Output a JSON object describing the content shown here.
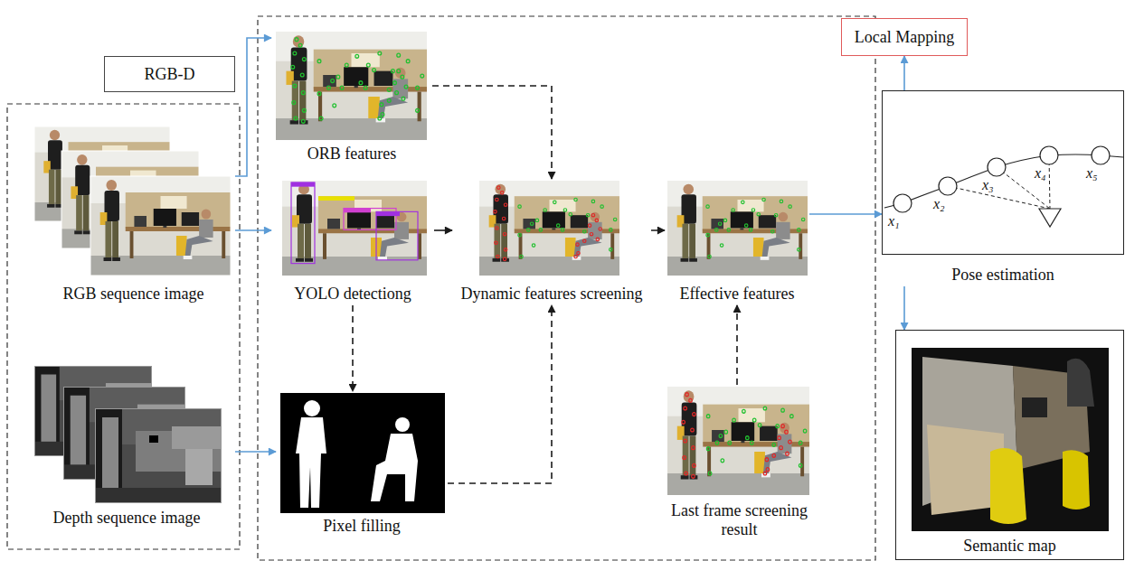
{
  "diagram": {
    "nodes": [
      {
        "text": [
          "RGB-D"
        ]
      },
      {
        "text": [
          "RGB sequence image"
        ]
      },
      {
        "text": [
          "Depth sequence image"
        ]
      },
      {
        "text": [
          "ORB features"
        ]
      },
      {
        "text": [
          "YOLO detectiong"
        ]
      },
      {
        "text": [
          "Pixel filling"
        ]
      },
      {
        "text": [
          "Dynamic features screening"
        ]
      },
      {
        "text": [
          "Effective features"
        ]
      },
      {
        "text": [
          "Last frame screening result"
        ]
      },
      {
        "text": [
          "Local Mapping"
        ]
      },
      {
        "text": [
          "Pose estimation"
        ]
      },
      {
        "text": [
          "Semantic map"
        ]
      }
    ],
    "edges": [
      {
        "from": 1,
        "to": 3,
        "arrow": "to"
      },
      {
        "from": 1,
        "to": 4,
        "arrow": "to"
      },
      {
        "from": 2,
        "to": 5,
        "arrow": "to"
      },
      {
        "from": 3,
        "to": 6,
        "arrow": "to"
      },
      {
        "from": 4,
        "to": 6,
        "arrow": "to"
      },
      {
        "from": 4,
        "to": 5,
        "arrow": "to"
      },
      {
        "from": 5,
        "to": 6,
        "arrow": "to"
      },
      {
        "from": 6,
        "to": 7,
        "arrow": "to"
      },
      {
        "from": 8,
        "to": 7,
        "arrow": "to"
      },
      {
        "from": 7,
        "to": 10,
        "arrow": "to"
      },
      {
        "from": 10,
        "to": 9,
        "arrow": "to"
      },
      {
        "from": 10,
        "to": 11,
        "arrow": "to"
      }
    ],
    "labels": [
      "x₁",
      "x₂",
      "x₃",
      "x₄",
      "x₅"
    ]
  }
}
